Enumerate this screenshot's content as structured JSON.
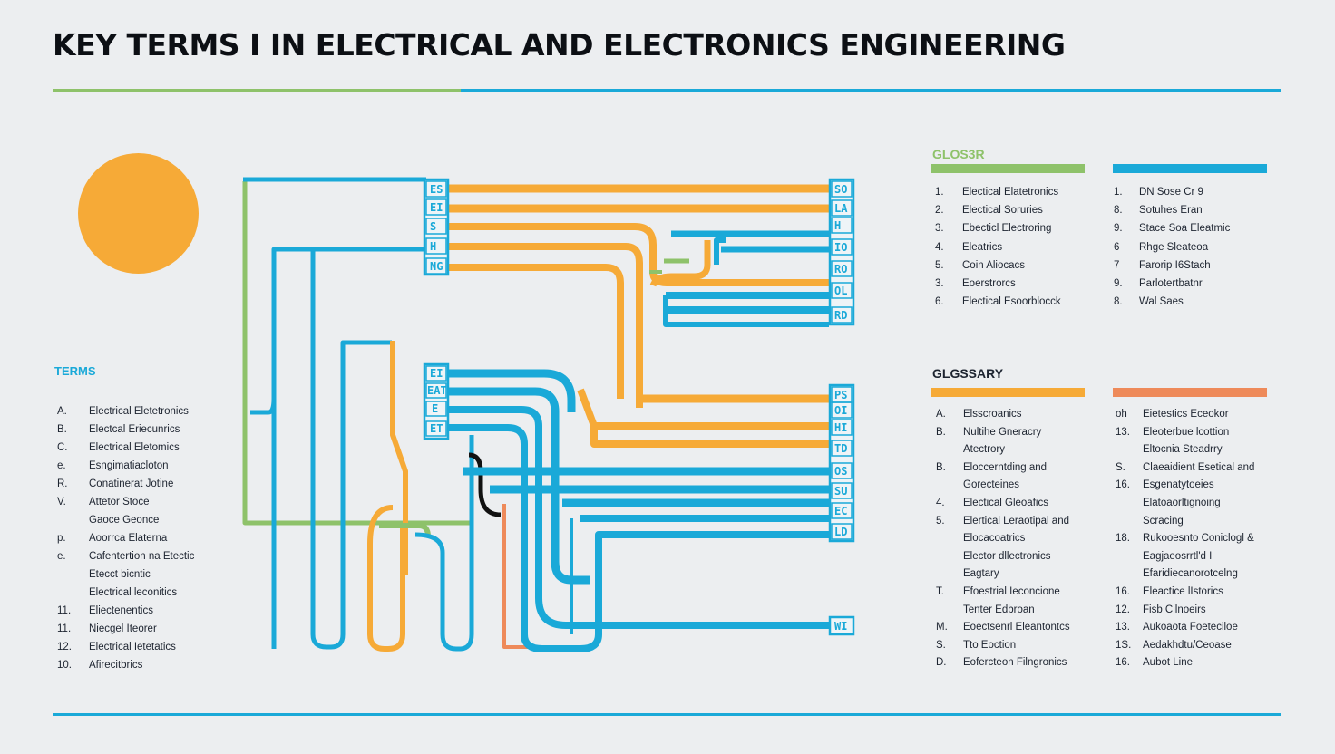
{
  "title": "KEY TERMS I IN ELECTRICAL AND ELECTRONICS ENGINEERING",
  "colors": {
    "blue": "#1aa9d8",
    "orange": "#f6aa37",
    "green": "#8ec26a",
    "coral": "#ee8a5a",
    "black": "#111111",
    "background": "#eceef0"
  },
  "terms": {
    "heading": "TERMS",
    "items": [
      {
        "n": "A.",
        "t": "Electrical Eletetronics"
      },
      {
        "n": "B.",
        "t": "Electcal Eriecunrics"
      },
      {
        "n": "C.",
        "t": "Electrical Eletomics"
      },
      {
        "n": "e.",
        "t": "Esngimatiacloton"
      },
      {
        "n": "R.",
        "t": "Conatinerat Jotine"
      },
      {
        "n": "V.",
        "t": "Attetor Stoce"
      },
      {
        "n": "",
        "t": "Gaoce Geonce"
      },
      {
        "n": "p.",
        "t": "Aoorrca Elaterna"
      },
      {
        "n": "e.",
        "t": "Cafentertion na Etectic"
      },
      {
        "n": "",
        "t": "Etecct bicntic"
      },
      {
        "n": "",
        "t": "Electrical leconitics"
      },
      {
        "n": "11.",
        "t": "Eliectenentics"
      },
      {
        "n": "11.",
        "t": "Niecgel Iteorer"
      },
      {
        "n": "12.",
        "t": "Electrical Ietetatics"
      },
      {
        "n": "10.",
        "t": "Afirecitbrics"
      }
    ]
  },
  "glossary_top": {
    "heading": "GLOS3R",
    "left": [
      {
        "n": "1.",
        "t": "Electical Elatetronics"
      },
      {
        "n": "2.",
        "t": "Electical Soruries"
      },
      {
        "n": "3.",
        "t": "Ebecticl Electroring"
      },
      {
        "n": "4.",
        "t": "Eleatrics"
      },
      {
        "n": "5.",
        "t": "Coin Aliocacs"
      },
      {
        "n": "3.",
        "t": "Eoerstrorcs"
      },
      {
        "n": "6.",
        "t": "Electical Esoorblocck"
      }
    ],
    "right": [
      {
        "n": "1.",
        "t": "DN Sose Cr 9"
      },
      {
        "n": "8.",
        "t": "Sotuhes Eran"
      },
      {
        "n": "9.",
        "t": "Stace Soa Eleatmic"
      },
      {
        "n": "6",
        "t": "Rhge Sleateoa"
      },
      {
        "n": "7",
        "t": "Farorip I6Stach"
      },
      {
        "n": "9.",
        "t": "Parlotertbatnr"
      },
      {
        "n": "8.",
        "t": "Wal Saes"
      }
    ]
  },
  "glossary_bottom": {
    "heading": "GLGSSARY",
    "left": [
      {
        "n": "A.",
        "t": "Elsscroanics"
      },
      {
        "n": "B.",
        "t": "Nultihe Gneracry"
      },
      {
        "n": "",
        "t": "Atectrory"
      },
      {
        "n": "B.",
        "t": "Eloccerntding and"
      },
      {
        "n": "",
        "t": "Gorecteines"
      },
      {
        "n": "4.",
        "t": "Electical Gleoafics"
      },
      {
        "n": "5.",
        "t": "Elertical Leraotipal and"
      },
      {
        "n": "",
        "t": "Elocacoatrics"
      },
      {
        "n": "",
        "t": "Elector dllectronics"
      },
      {
        "n": "",
        "t": "Eagtary"
      },
      {
        "n": "T.",
        "t": "Efoestrial Ieconcione"
      },
      {
        "n": "",
        "t": "Tenter Edbroan"
      },
      {
        "n": "M.",
        "t": "Eoectsenrl Eleantontcs"
      },
      {
        "n": "S.",
        "t": "Tto Eoction"
      },
      {
        "n": "D.",
        "t": "Eofercteon Filngronics"
      }
    ],
    "right": [
      {
        "n": "oh",
        "t": "Eietestics Eceokor"
      },
      {
        "n": "13.",
        "t": "Eleoterbue lcottion"
      },
      {
        "n": "",
        "t": "Eltocnia Steadrry"
      },
      {
        "n": "S.",
        "t": "Claeaidient Esetical and"
      },
      {
        "n": "16.",
        "t": "Esgenatytoeies"
      },
      {
        "n": "",
        "t": "Elatoaorltignoing"
      },
      {
        "n": "",
        "t": "Scracing"
      },
      {
        "n": "18.",
        "t": "Rukooesnto Coniclogl &"
      },
      {
        "n": "",
        "t": "Eagjaeosrrtl'd I"
      },
      {
        "n": "",
        "t": "Efaridiecanorotcelng"
      },
      {
        "n": "16.",
        "t": "Eleactice lIstorics"
      },
      {
        "n": "12.",
        "t": "Fisb Cilnoeirs"
      },
      {
        "n": "13.",
        "t": "Aukoaota Foeteciloe"
      },
      {
        "n": "1S.",
        "t": "Aedakhdtu/Ceoase"
      },
      {
        "n": "16.",
        "t": "Aubot Line"
      }
    ]
  },
  "connectors": {
    "top_left": [
      "ES",
      "EI",
      "S",
      "H",
      "NG"
    ],
    "top_right": [
      "SO",
      "LA",
      "H",
      "IO",
      "RO",
      "OL",
      "RD"
    ],
    "mid_left": [
      "EI",
      "EAT",
      "E",
      "ET"
    ],
    "mid_right": [
      "PS",
      "OI",
      "HI",
      "TD",
      "OS",
      "SU",
      "EC",
      "LD"
    ],
    "bottom_right": [
      "WI"
    ]
  }
}
